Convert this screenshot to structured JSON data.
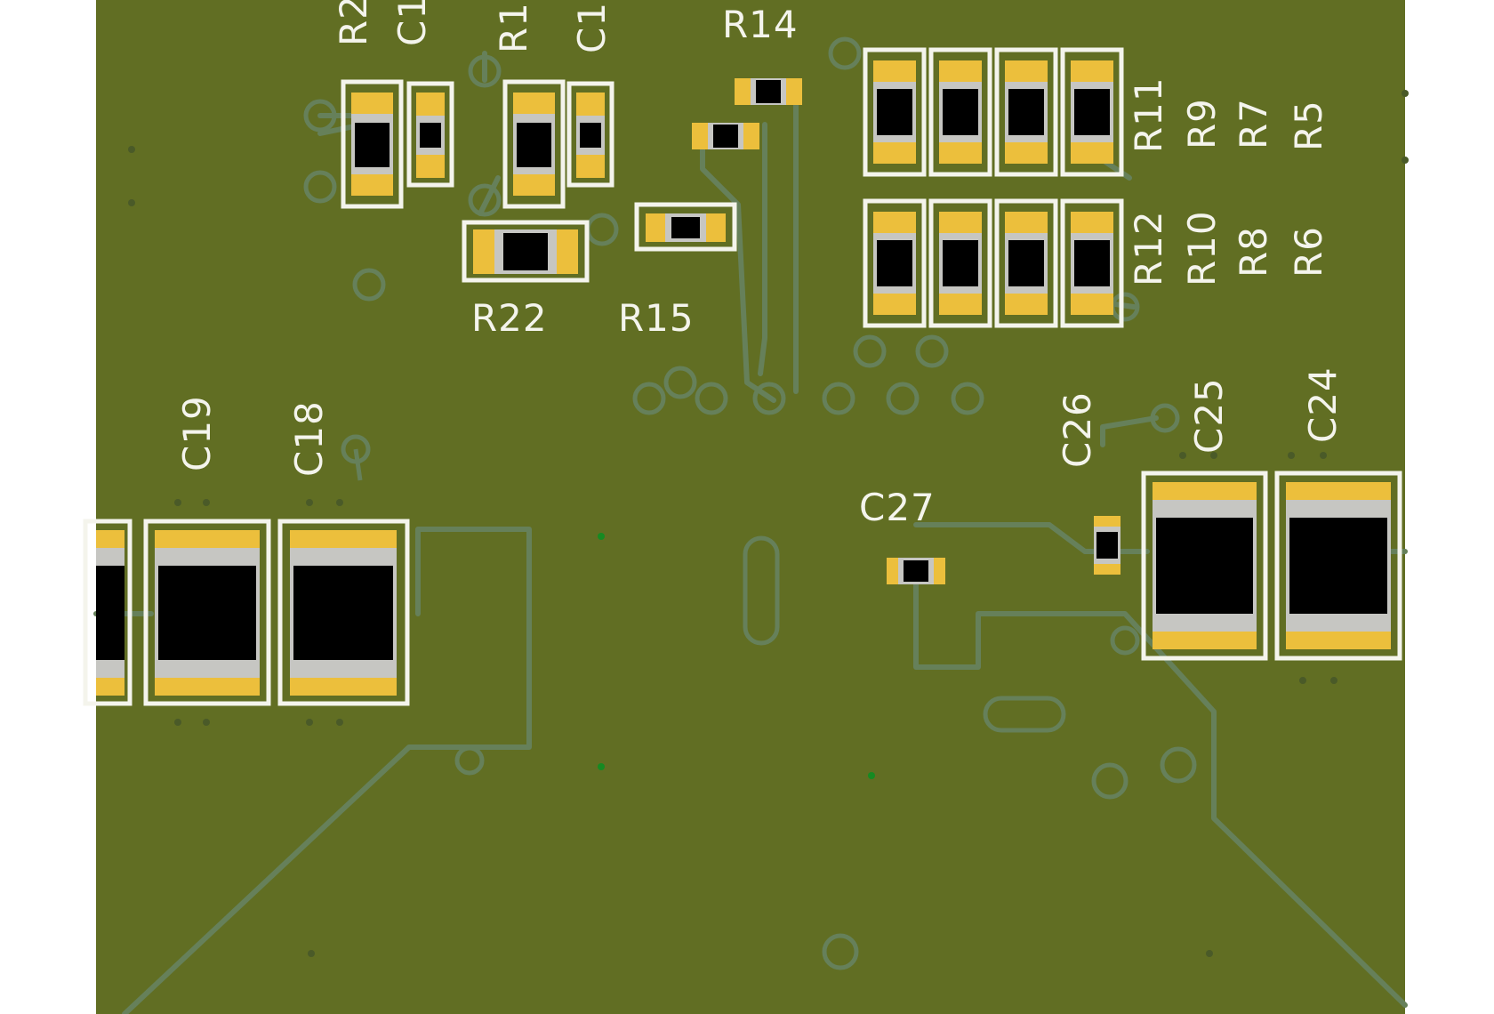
{
  "board": {
    "colors": {
      "background": "#ffffff",
      "board": "#616e23",
      "trace": "#66805a",
      "silkscreen": "#f4f4ec",
      "pad": "#ecbf3c",
      "terminal": "#c6c6c2",
      "body": "#000000",
      "via_dot": "#4a5a28",
      "green_dot": "#168a22"
    },
    "labels": {
      "R2": "R2",
      "C1a": "C1",
      "R1": "R1",
      "C1b": "C1",
      "R14": "R14",
      "R11": "R11",
      "R9": "R9",
      "R7": "R7",
      "R5": "R5",
      "R12": "R12",
      "R10": "R10",
      "R8": "R8",
      "R6": "R6",
      "R22": "R22",
      "R15": "R15",
      "C19": "C19",
      "C18": "C18",
      "C26": "C26",
      "C25": "C25",
      "C24": "C24",
      "C27": "C27"
    }
  }
}
